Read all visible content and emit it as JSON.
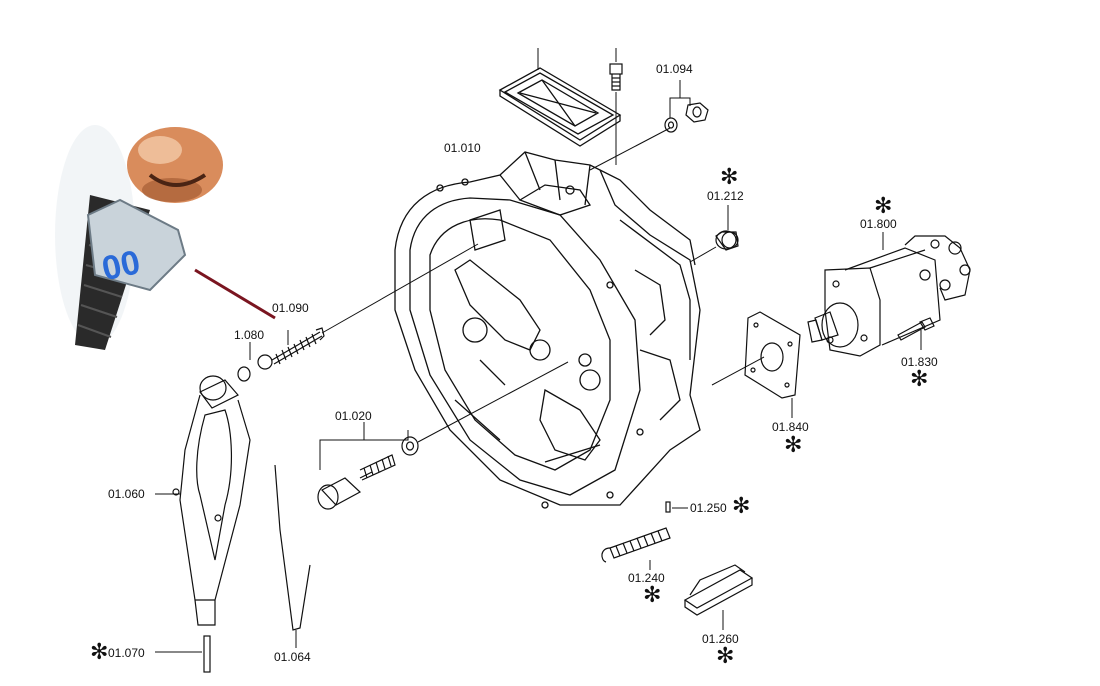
{
  "parts": {
    "p01010": {
      "label": "01.010"
    },
    "p01094": {
      "label": "01.094"
    },
    "p01212": {
      "label": "01.212",
      "star": "✻"
    },
    "p01800": {
      "label": "01.800",
      "star": "✻"
    },
    "p01830": {
      "label": "01.830",
      "star": "✻"
    },
    "p01840": {
      "label": "01.840",
      "star": "✻"
    },
    "p01090": {
      "label": "01.090"
    },
    "p1080": {
      "label": "1.080"
    },
    "p01020": {
      "label": "01.020"
    },
    "p01060": {
      "label": "01.060"
    },
    "p01250": {
      "label": "01.250",
      "star": "✻"
    },
    "p01240": {
      "label": "01.240",
      "star": "✻"
    },
    "p01260": {
      "label": "01.260",
      "star": "✻"
    },
    "p01064": {
      "label": "01.064"
    },
    "p01070": {
      "label": "01.070",
      "star": "✻"
    }
  },
  "photo_overlay": {
    "text": "00",
    "accent": "#7a1520",
    "ball_color": "#d98c5c",
    "screw_color": "#2a2a2a"
  }
}
